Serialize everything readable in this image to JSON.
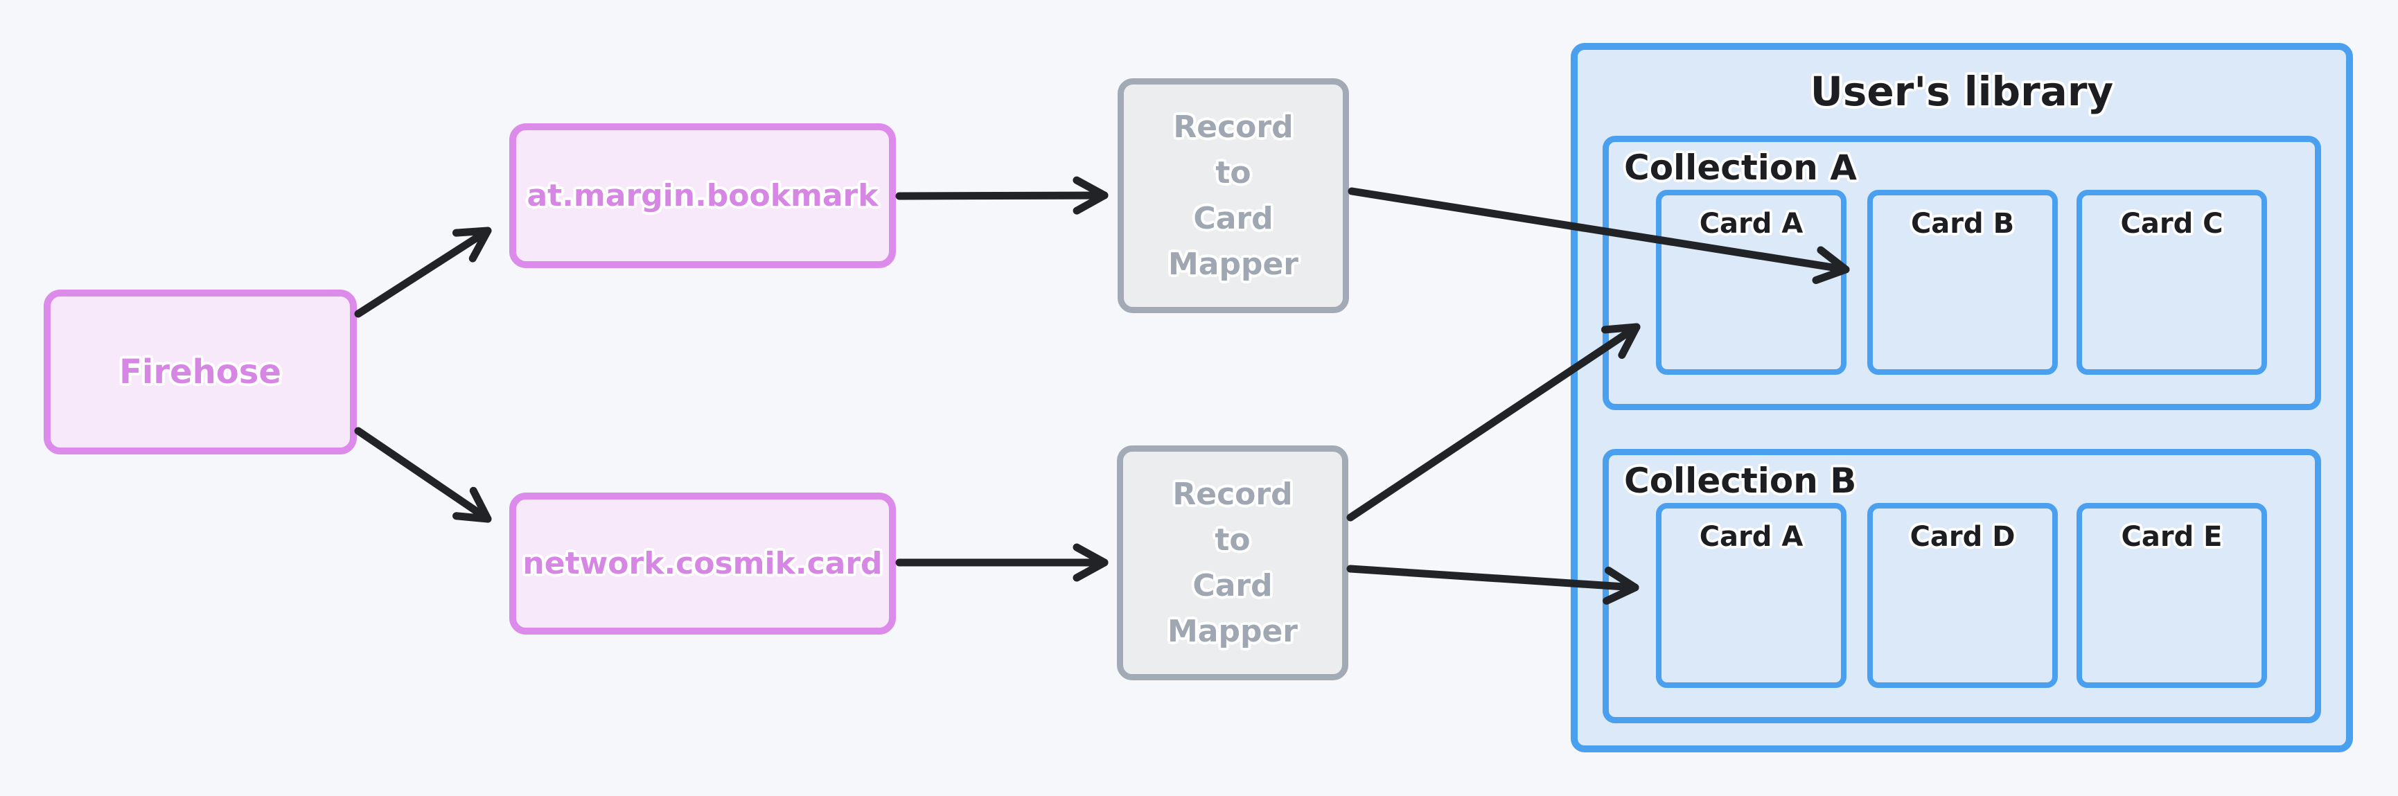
{
  "diagram_title": "Firehose to user library card mapping flow",
  "background": "#f5f7fa",
  "colors": {
    "bg": "#f5f7fa",
    "ink": "#1d1e21",
    "arrow": "#212327",
    "pink-stroke": "#dd8bea",
    "pink-fill": "#f7e9f9",
    "pink-text": "#d687e3",
    "gray-stroke": "#a2aab5",
    "gray-fill": "#ecedef",
    "gray-text": "#9fa7b3",
    "blue-stroke": "#4aa0ef",
    "blue-fill": "#dbe9f8"
  },
  "nodes": {
    "firehose": {
      "label": "Firehose"
    },
    "lexicon_bookmark": {
      "label": "at.margin.bookmark"
    },
    "lexicon_card": {
      "label": "network.cosmik.card"
    },
    "mapper_top": {
      "lines": [
        "Record",
        "to",
        "Card",
        "Mapper"
      ]
    },
    "mapper_bottom": {
      "lines": [
        "Record",
        "to",
        "Card",
        "Mapper"
      ]
    }
  },
  "library": {
    "title": "User's library",
    "collections": [
      {
        "label": "Collection A",
        "cards": [
          "Card A",
          "Card B",
          "Card C"
        ]
      },
      {
        "label": "Collection B",
        "cards": [
          "Card A",
          "Card D",
          "Card E"
        ]
      }
    ]
  },
  "edges": [
    {
      "from": "firehose",
      "to": "lexicon_bookmark"
    },
    {
      "from": "firehose",
      "to": "lexicon_card"
    },
    {
      "from": "lexicon_bookmark",
      "to": "mapper_top"
    },
    {
      "from": "lexicon_card",
      "to": "mapper_bottom"
    },
    {
      "from": "mapper_top",
      "to": "collection_a_card_b"
    },
    {
      "from": "mapper_bottom",
      "to": "collection_a"
    },
    {
      "from": "mapper_bottom",
      "to": "collection_b_card_a"
    }
  ]
}
